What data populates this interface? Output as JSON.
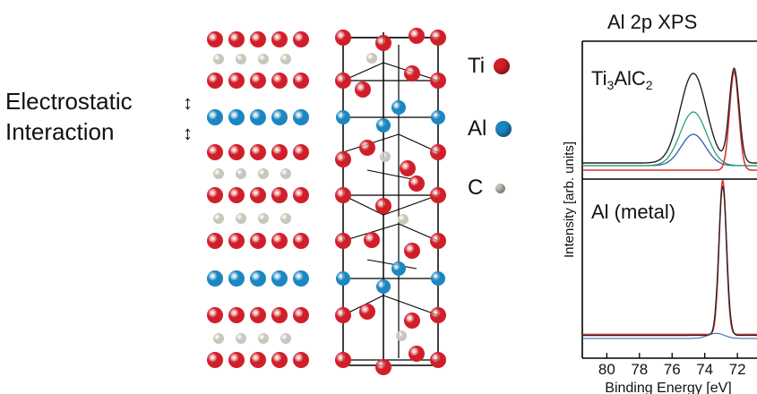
{
  "left_label": {
    "line1": "Electrostatic",
    "line2": "Interaction"
  },
  "legend": [
    {
      "symbol": "Ti",
      "color": "#d11f2a"
    },
    {
      "symbol": "Al",
      "color": "#1b86c2"
    },
    {
      "symbol": "C",
      "color": "#c9c6bc"
    }
  ],
  "colors": {
    "ti": "#d11f2a",
    "al": "#1b86c2",
    "c": "#c9c6bc"
  },
  "xps": {
    "title": "Al 2p XPS",
    "ylabel": "Intensity [arb. units]",
    "xlabel": "Binding Energy [eV]",
    "xticks": [
      "80",
      "78",
      "76",
      "74",
      "72"
    ],
    "top_label_main": "Ti",
    "top_label_sub": "3",
    "top_label_mid": "AlC",
    "top_label_sub2": "2",
    "bottom_label": "Al (metal)"
  },
  "chart_data": {
    "type": "line",
    "title": "Al 2p XPS",
    "xlabel": "Binding Energy [eV]",
    "ylabel": "Intensity [arb. units]",
    "xlim": [
      81.5,
      70.8
    ],
    "panels": [
      {
        "label": "Ti3AlC2",
        "peaks_eV": [
          74.7,
          72.2
        ]
      },
      {
        "label": "Al (metal)",
        "peaks_eV": [
          72.9
        ]
      }
    ]
  }
}
